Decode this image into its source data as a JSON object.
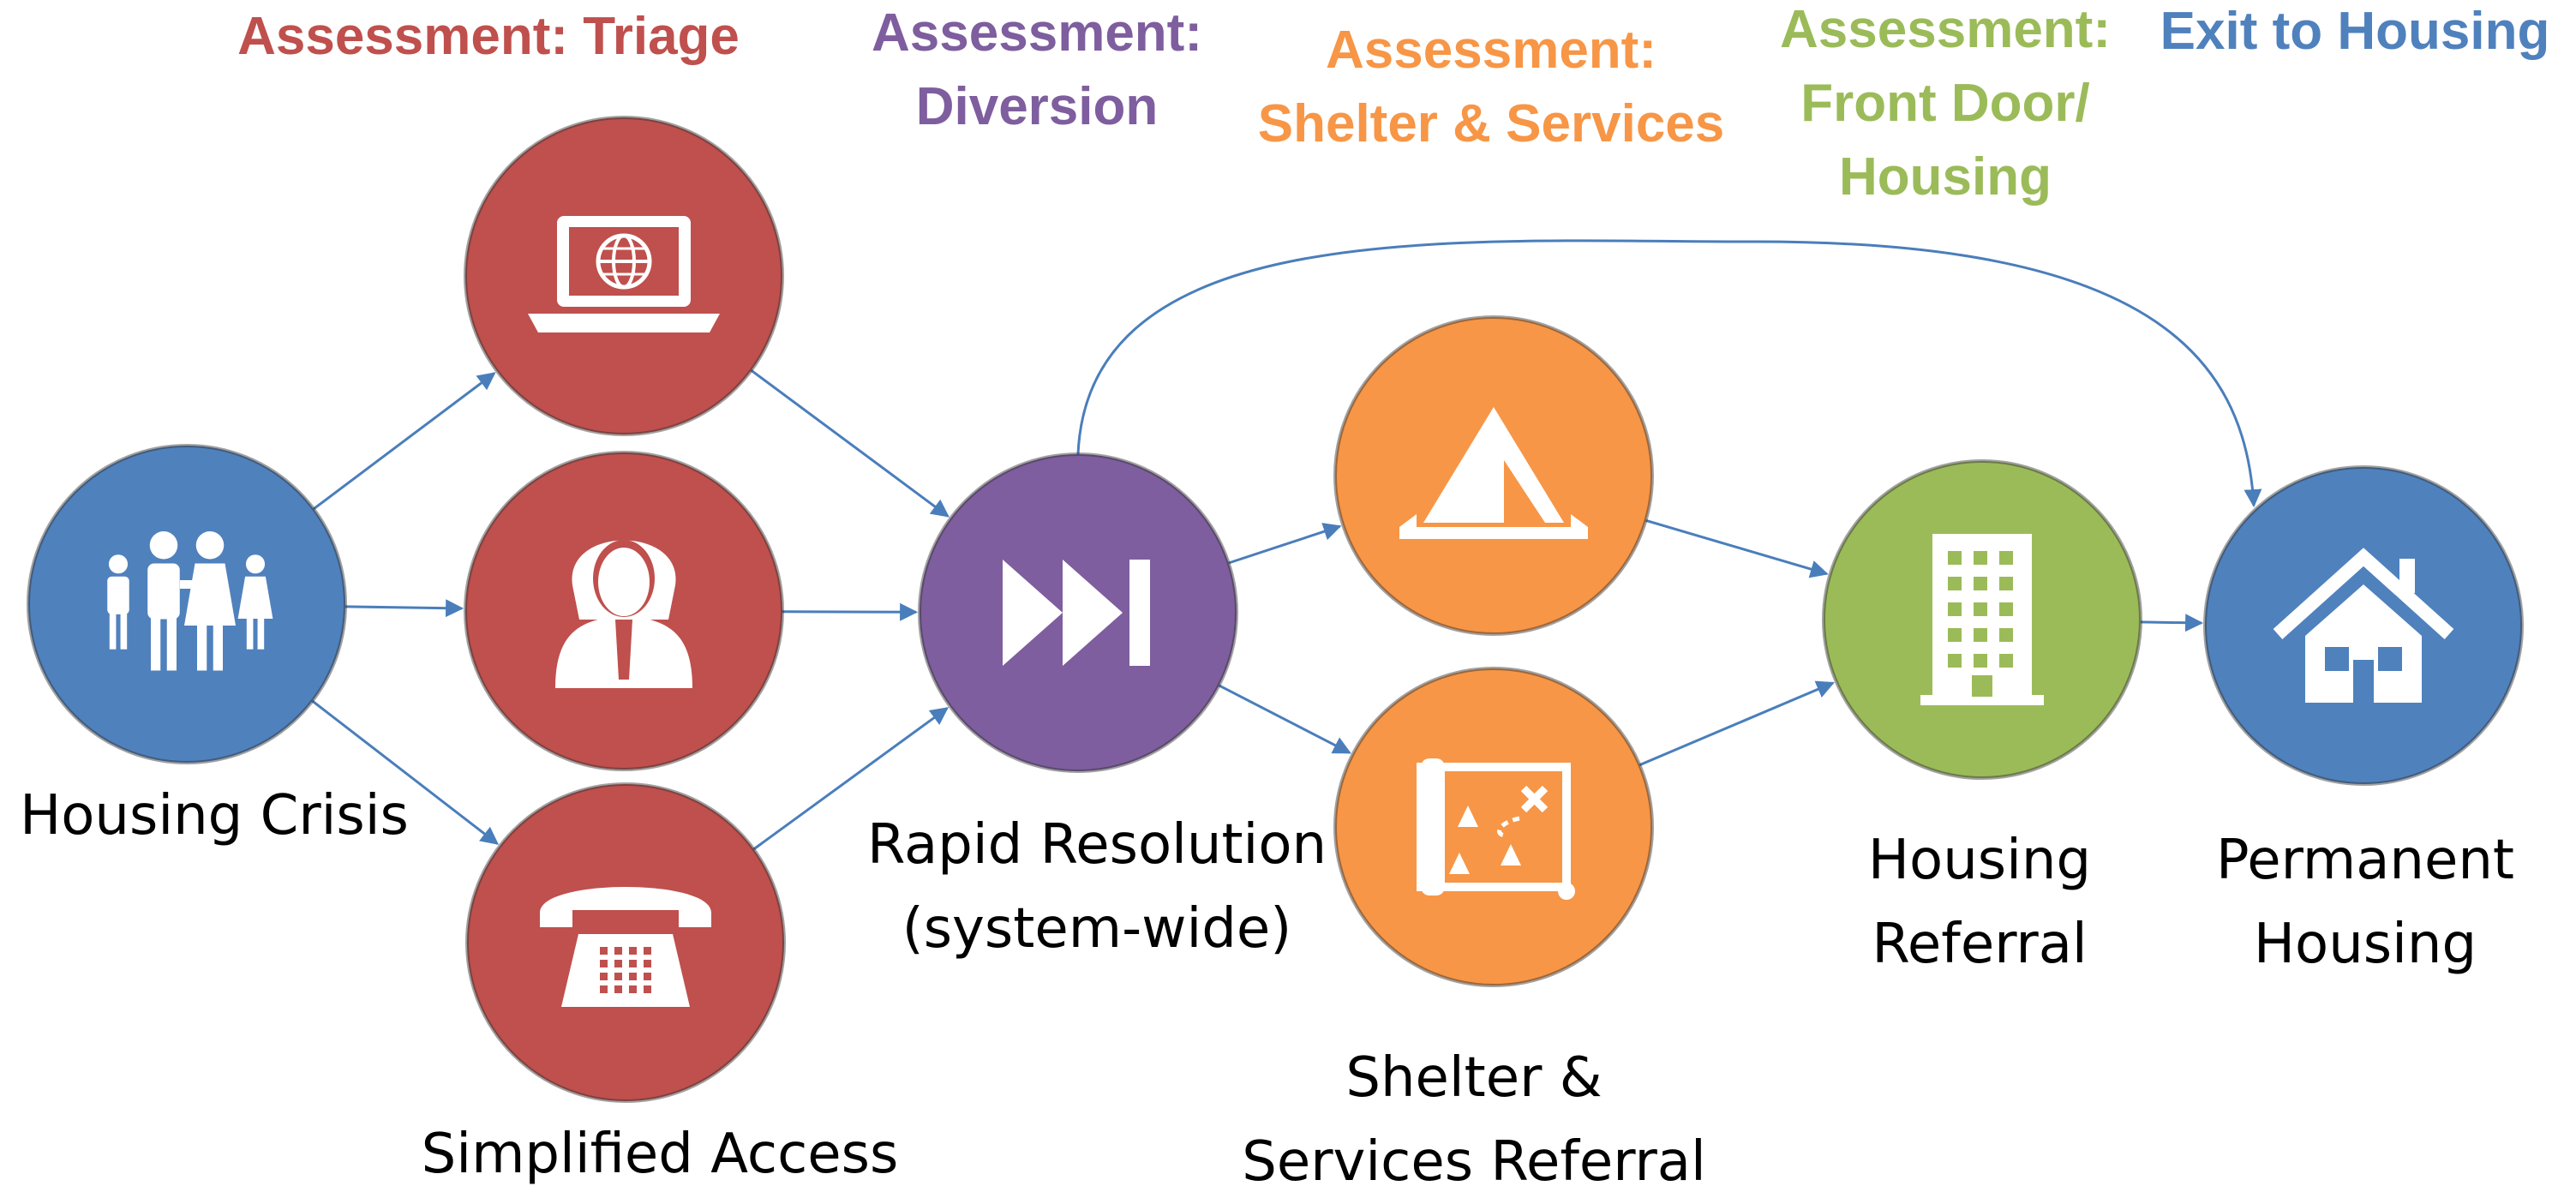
{
  "colors": {
    "triage": "#BF504D",
    "diversion": "#7E5E9E",
    "shelter": "#F79646",
    "front_door": "#9BBB59",
    "exit": "#4F81BD",
    "arrow": "#4A7EBB"
  },
  "headers": {
    "triage": [
      "Assessment: Triage"
    ],
    "diversion": [
      "Assessment:",
      "Diversion"
    ],
    "shelter": [
      "Assessment:",
      "Shelter & Services"
    ],
    "front_door": [
      "Assessment:",
      "Front Door/",
      "Housing"
    ],
    "exit": [
      "Exit to Housing"
    ]
  },
  "nodes": [
    {
      "id": "housing-crisis",
      "color": "exit",
      "icon": "family-icon",
      "label": [
        "Housing Crisis"
      ]
    },
    {
      "id": "triage-online",
      "color": "triage",
      "icon": "laptop-globe-icon",
      "label": []
    },
    {
      "id": "triage-in-person",
      "color": "triage",
      "icon": "person-icon",
      "label": []
    },
    {
      "id": "triage-phone",
      "color": "triage",
      "icon": "telephone-icon",
      "label": [
        "Simplified Access"
      ]
    },
    {
      "id": "rapid-resolution",
      "color": "diversion",
      "icon": "fast-forward-icon",
      "label": [
        "Rapid Resolution",
        "(system-wide)"
      ]
    },
    {
      "id": "shelter",
      "color": "shelter",
      "icon": "tent-icon",
      "label": []
    },
    {
      "id": "services",
      "color": "shelter",
      "icon": "map-icon",
      "label": [
        "Shelter &",
        "Services Referral"
      ]
    },
    {
      "id": "housing-referral",
      "color": "front_door",
      "icon": "building-icon",
      "label": [
        "Housing",
        "Referral"
      ]
    },
    {
      "id": "permanent-housing",
      "color": "exit",
      "icon": "house-icon",
      "label": [
        "Permanent",
        "Housing"
      ]
    }
  ],
  "edges": [
    [
      "housing-crisis",
      "triage-online"
    ],
    [
      "housing-crisis",
      "triage-in-person"
    ],
    [
      "housing-crisis",
      "triage-phone"
    ],
    [
      "triage-online",
      "rapid-resolution"
    ],
    [
      "triage-in-person",
      "rapid-resolution"
    ],
    [
      "triage-phone",
      "rapid-resolution"
    ],
    [
      "rapid-resolution",
      "shelter"
    ],
    [
      "rapid-resolution",
      "services"
    ],
    [
      "rapid-resolution",
      "permanent-housing"
    ],
    [
      "shelter",
      "housing-referral"
    ],
    [
      "services",
      "housing-referral"
    ],
    [
      "housing-referral",
      "permanent-housing"
    ]
  ]
}
